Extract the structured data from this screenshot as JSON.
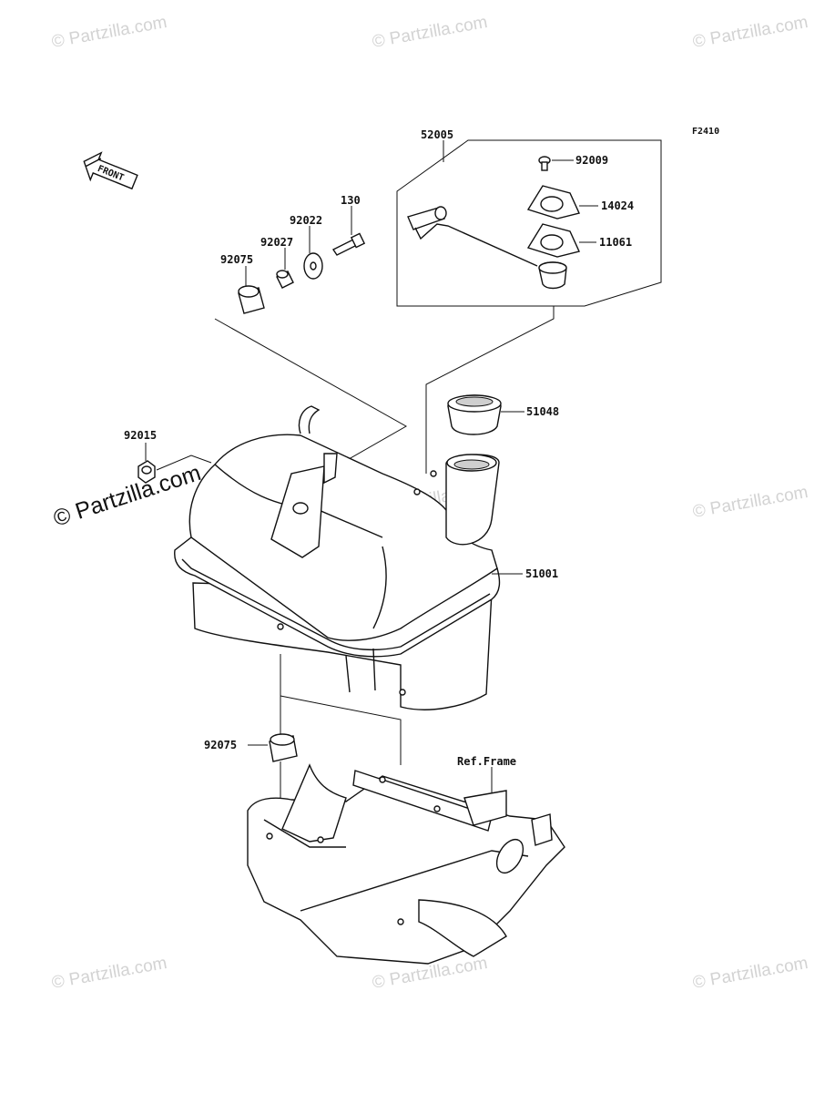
{
  "figure_code": "F2410",
  "front_label": "FRONT",
  "watermark": "© Partzilla.com",
  "labels": {
    "p52005": "52005",
    "p92009": "92009",
    "p14024": "14024",
    "p11061": "11061",
    "p130": "130",
    "p92022": "92022",
    "p92027": "92027",
    "p92075_top": "92075",
    "p51048": "51048",
    "p92015": "92015",
    "p51001": "51001",
    "p92075_bottom": "92075",
    "ref_frame": "Ref.Frame"
  }
}
